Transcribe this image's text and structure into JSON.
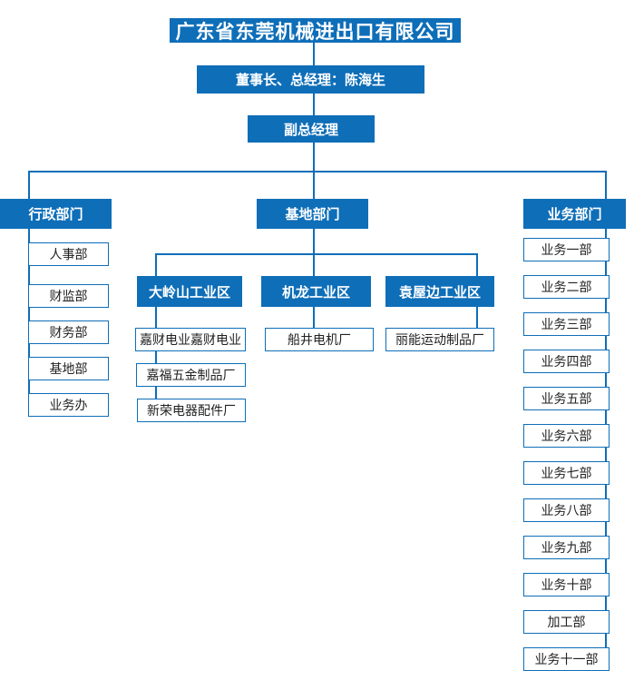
{
  "title": "广东省东莞机械进出口有限公司",
  "leadership": {
    "chairman_gm": "董事长、总经理：陈海生",
    "deputy_gm": "副总经理"
  },
  "departments": {
    "admin": {
      "label": "行政部门",
      "children": [
        "人事部",
        "财监部",
        "财务部",
        "基地部",
        "业务办"
      ]
    },
    "base": {
      "label": "基地部门",
      "zones": [
        {
          "label": "大岭山工业区",
          "factories": [
            "嘉财电业嘉财电业",
            "嘉福五金制品厂",
            "新荣电器配件厂"
          ]
        },
        {
          "label": "机龙工业区",
          "factories": [
            "船井电机厂"
          ]
        },
        {
          "label": "袁屋边工业区",
          "factories": [
            "丽能运动制品厂"
          ]
        }
      ]
    },
    "business": {
      "label": "业务部门",
      "children": [
        "业务一部",
        "业务二部",
        "业务三部",
        "业务四部",
        "业务五部",
        "业务六部",
        "业务七部",
        "业务八部",
        "业务九部",
        "业务十部",
        "加工部",
        "业务十一部"
      ]
    }
  },
  "colors": {
    "primary_blue": "#0e6eb8",
    "box_text_dark": "#222222",
    "box_text_light": "#ffffff",
    "background": "#ffffff"
  }
}
